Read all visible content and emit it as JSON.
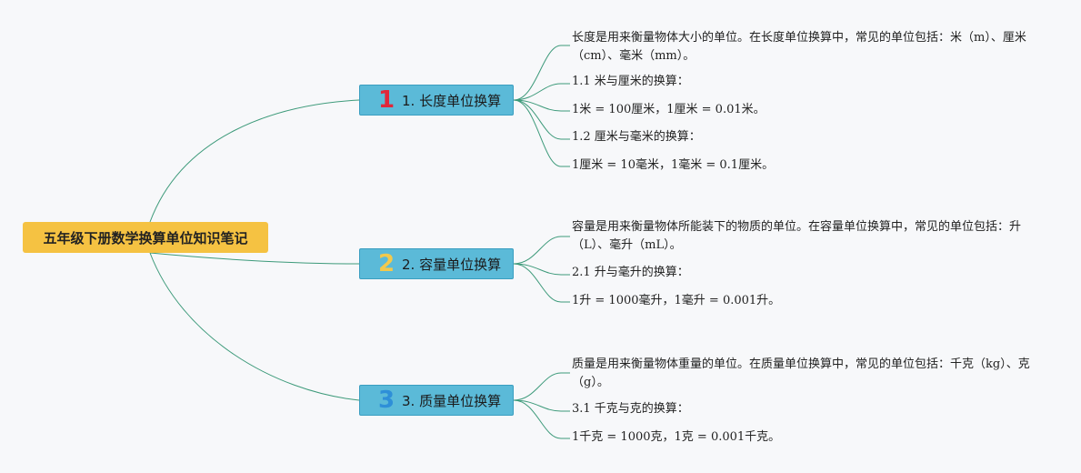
{
  "central": {
    "title": "五年级下册数学换算单位知识笔记"
  },
  "colors": {
    "central_bg": "#f5c242",
    "branch_bg": "#5bbad8",
    "line": "#3d9a7a"
  },
  "branches": [
    {
      "badge": "1",
      "badge_color": "#e0273a",
      "label": "1. 长度单位换算",
      "leaves": [
        "长度是用来衡量物体大小的单位。在长度单位换算中，常见的单位包括：米（m）、厘米（cm）、毫米（mm）。",
        "1.1 米与厘米的换算：",
        "1米 = 100厘米，1厘米 = 0.01米。",
        "1.2 厘米与毫米的换算：",
        "1厘米 = 10毫米，1毫米 = 0.1厘米。"
      ]
    },
    {
      "badge": "2",
      "badge_color": "#f2c94c",
      "label": "2. 容量单位换算",
      "leaves": [
        "容量是用来衡量物体所能装下的物质的单位。在容量单位换算中，常见的单位包括：升（L）、毫升（mL）。",
        "2.1 升与毫升的换算：",
        "1升 = 1000毫升，1毫升 = 0.001升。"
      ]
    },
    {
      "badge": "3",
      "badge_color": "#2e8fd8",
      "label": "3. 质量单位换算",
      "leaves": [
        "质量是用来衡量物体重量的单位。在质量单位换算中，常见的单位包括：千克（kg）、克（g）。",
        "3.1 千克与克的换算：",
        "1千克 = 1000克，1克 = 0.001千克。"
      ]
    }
  ]
}
